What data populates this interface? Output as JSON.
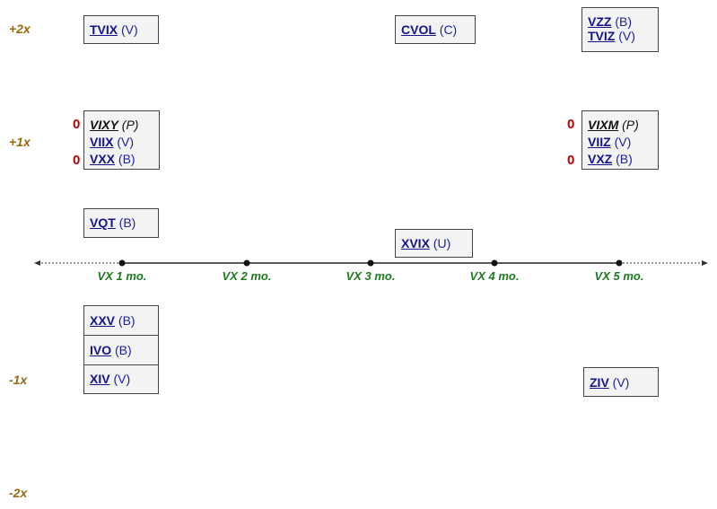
{
  "y_labels": {
    "plus2": "+2x",
    "plus1": "+1x",
    "minus1": "-1x",
    "minus2": "-2x"
  },
  "axis": {
    "ticks": [
      "VX 1 mo.",
      "VX 2 mo.",
      "VX 3 mo.",
      "VX 4 mo.",
      "VX 5 mo."
    ]
  },
  "boxes": {
    "tvix": {
      "ticker": "TVIX",
      "type": "(V)"
    },
    "cvol": {
      "ticker": "CVOL",
      "type": "(C)"
    },
    "vzz_tviz": [
      {
        "ticker": "VZZ",
        "type": "(B)"
      },
      {
        "ticker": "TVIZ",
        "type": "(V)"
      }
    ],
    "left_1x": [
      {
        "ticker": "VIXY",
        "type": "(P)",
        "marker": "0"
      },
      {
        "ticker": "VIIX",
        "type": "(V)",
        "marker": ""
      },
      {
        "ticker": "VXX",
        "type": "(B)",
        "marker": "0"
      }
    ],
    "right_1x": [
      {
        "ticker": "VIXM",
        "type": "(P)",
        "marker": "0"
      },
      {
        "ticker": "VIIZ",
        "type": "(V)",
        "marker": ""
      },
      {
        "ticker": "VXZ",
        "type": "(B)",
        "marker": "0"
      }
    ],
    "vqt": {
      "ticker": "VQT",
      "type": "(B)"
    },
    "xvix": {
      "ticker": "XVIX",
      "type": "(U)"
    },
    "xxv": {
      "ticker": "XXV",
      "type": "(B)"
    },
    "ivo": {
      "ticker": "IVO",
      "type": "(B)"
    },
    "xiv": {
      "ticker": "XIV",
      "type": "(V)"
    },
    "ziv": {
      "ticker": "ZIV",
      "type": "(V)"
    }
  },
  "colors": {
    "ticker": "#14148c",
    "axis_label": "#1f7a1f",
    "y_label": "#9a6a10",
    "marker": "#c00000",
    "box_bg": "#f3f3f3"
  }
}
